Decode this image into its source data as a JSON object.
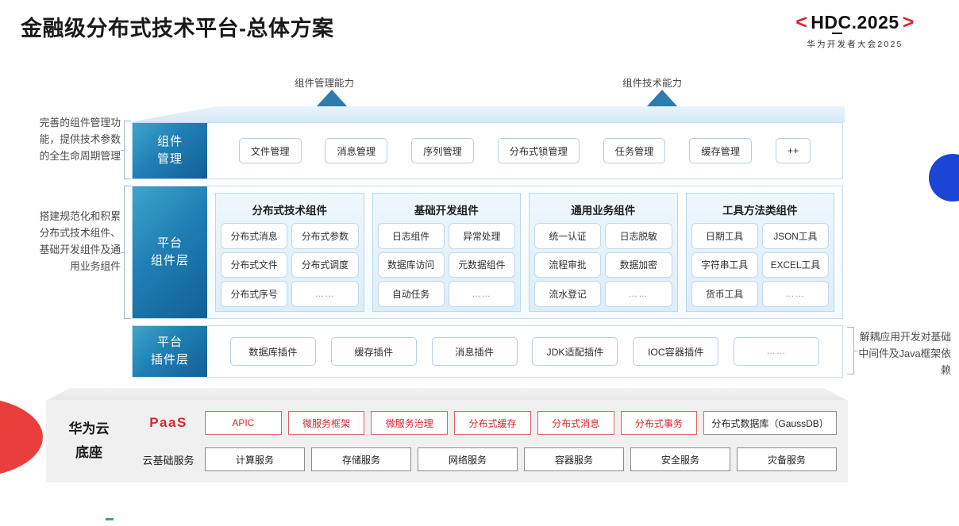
{
  "header": {
    "title": "金融级分布式技术平台-总体方案",
    "logo": {
      "left_bracket": "<",
      "text": "HDC.2025",
      "right_bracket": ">",
      "subtitle": "华为开发者大会2025",
      "bracket_color": "#d9262c"
    }
  },
  "arrows": [
    {
      "label": "组件管理能力"
    },
    {
      "label": "组件技术能力"
    }
  ],
  "side_notes": {
    "left_1": "完善的组件管理功能，提供技术参数的全生命周期管理",
    "left_2": "搭建规范化和积累分布式技术组件、基础开发组件及通用业务组件",
    "right_1": "解耦应用开发对基础中间件及Java框架依赖"
  },
  "layers": [
    {
      "id": "component-management",
      "title_line1": "组件",
      "title_line2": "管理",
      "items": [
        "文件管理",
        "消息管理",
        "序列管理",
        "分布式锁管理",
        "任务管理",
        "缓存管理",
        "++"
      ]
    },
    {
      "id": "platform-component",
      "title_line1": "平台",
      "title_line2": "组件层",
      "groups": [
        {
          "title": "分布式技术组件",
          "items": [
            "分布式消息",
            "分布式参数",
            "分布式文件",
            "分布式调度",
            "分布式序号",
            "……"
          ]
        },
        {
          "title": "基础开发组件",
          "items": [
            "日志组件",
            "异常处理",
            "数据库访问",
            "元数据组件",
            "自动任务",
            "……"
          ]
        },
        {
          "title": "通用业务组件",
          "items": [
            "统一认证",
            "日志脱敏",
            "流程审批",
            "数据加密",
            "流水登记",
            "……"
          ]
        },
        {
          "title": "工具方法类组件",
          "items": [
            "日期工具",
            "JSON工具",
            "字符串工具",
            "EXCEL工具",
            "货币工具",
            "……"
          ]
        }
      ]
    },
    {
      "id": "platform-plugin",
      "title_line1": "平台",
      "title_line2": "插件层",
      "items": [
        "数据库插件",
        "缓存插件",
        "消息插件",
        "JDK适配插件",
        "IOC容器插件",
        "……"
      ]
    }
  ],
  "base": {
    "title_line1": "华为云",
    "title_line2": "底座",
    "rows": [
      {
        "label": "PaaS",
        "label_color": "#d9262c",
        "items": [
          {
            "text": "APIC",
            "style": "red"
          },
          {
            "text": "微服务框架",
            "style": "red"
          },
          {
            "text": "微服务治理",
            "style": "red"
          },
          {
            "text": "分布式缓存",
            "style": "red"
          },
          {
            "text": "分布式消息",
            "style": "red"
          },
          {
            "text": "分布式事务",
            "style": "red"
          },
          {
            "text": "分布式数据库（GaussDB）",
            "style": "gray",
            "wide": true
          }
        ]
      },
      {
        "label": "云基础服务",
        "label_color": "#1f1f1f",
        "items": [
          {
            "text": "计算服务",
            "style": "gray"
          },
          {
            "text": "存储服务",
            "style": "gray"
          },
          {
            "text": "网络服务",
            "style": "gray"
          },
          {
            "text": "容器服务",
            "style": "gray"
          },
          {
            "text": "安全服务",
            "style": "gray"
          },
          {
            "text": "灾备服务",
            "style": "gray"
          }
        ]
      }
    ]
  },
  "decorations": {
    "blue_circle_color": "#1b45d4",
    "red_pie_color": "#ea3e3c",
    "green_tick_color": "#3faa62",
    "arrow_color": "#2d7cac",
    "panel_gradient_start": "#3ea5c9",
    "panel_gradient_end": "#125f96"
  }
}
